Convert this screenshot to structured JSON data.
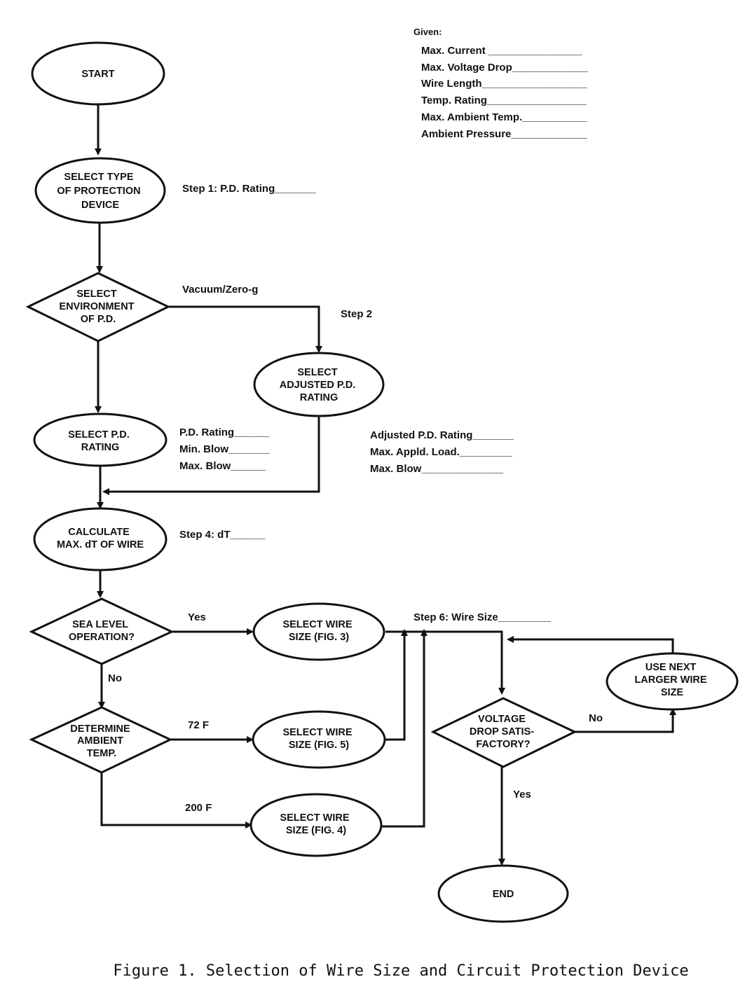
{
  "given": {
    "heading": "Given:",
    "items": [
      "Max. Current ________________",
      "Max. Voltage Drop_____________",
      "Wire Length__________________",
      "Temp. Rating_________________",
      "Max. Ambient Temp.___________",
      "Ambient Pressure_____________"
    ]
  },
  "nodes": {
    "start": [
      "START"
    ],
    "select_protection_type": [
      "SELECT TYPE",
      "OF PROTECTION",
      "DEVICE"
    ],
    "select_environment": [
      "SELECT",
      "ENVIRONMENT",
      "OF P.D."
    ],
    "select_adjusted_rating": [
      "SELECT",
      "ADJUSTED P.D.",
      "RATING"
    ],
    "select_pd_rating": [
      "SELECT P.D.",
      "RATING"
    ],
    "calculate_dt": [
      "CALCULATE",
      "MAX. dT OF WIRE"
    ],
    "sea_level": [
      "SEA LEVEL",
      "OPERATION?"
    ],
    "wire_fig3": [
      "SELECT WIRE",
      "SIZE (FIG. 3)"
    ],
    "determine_ambient": [
      "DETERMINE",
      "AMBIENT",
      "TEMP."
    ],
    "wire_fig5": [
      "SELECT WIRE",
      "SIZE (FIG. 5)"
    ],
    "wire_fig4": [
      "SELECT WIRE",
      "SIZE (FIG. 4)"
    ],
    "voltage_drop": [
      "VOLTAGE",
      "DROP SATIS-",
      "FACTORY?"
    ],
    "next_larger": [
      "USE NEXT",
      "LARGER WIRE",
      "SIZE"
    ],
    "end": [
      "END"
    ]
  },
  "labels": {
    "vacuum": "Vacuum/Zero-g",
    "yes_sea": "Yes",
    "no_sea": "No",
    "temp_72": "72 F",
    "temp_200": "200 F",
    "no_voltage": "No",
    "yes_voltage": "Yes"
  },
  "steps": {
    "step1": "Step 1:  P.D. Rating_______",
    "step2": "Step 2",
    "pd_rating_fields": [
      "P.D. Rating______",
      "Min. Blow_______",
      "Max. Blow______"
    ],
    "adjusted_fields": [
      "Adjusted P.D. Rating_______",
      "Max. Appld. Load._________",
      "Max. Blow______________"
    ],
    "step4": "Step 4:  dT______",
    "step6": "Step 6:  Wire Size_________"
  },
  "caption": "Figure 1.  Selection of Wire Size and Circuit Protection Device"
}
